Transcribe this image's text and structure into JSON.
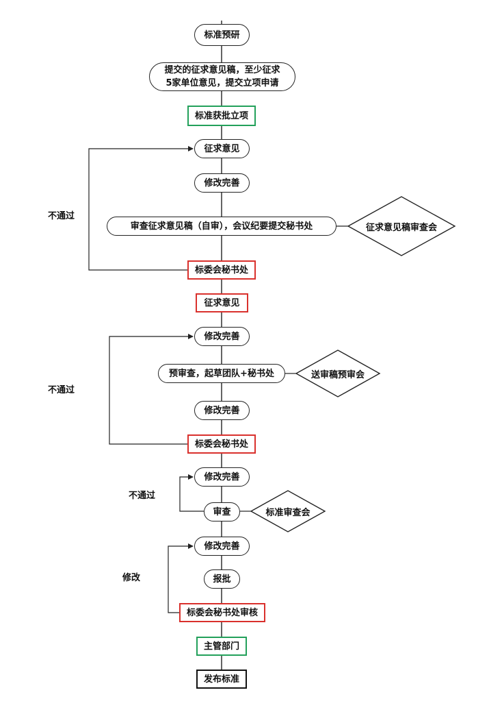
{
  "diagram": {
    "steps": {
      "pre_research": "标准预研",
      "submit_draft_line1": "提交的征求意见稿，至少征求",
      "submit_draft_line2": "5家单位意见，提交立项申请",
      "approved": "标准获批立项",
      "solicit_1": "征求意见",
      "revise_1": "修改完善",
      "review_draft": "审查征求意见稿（自审），会议纪要提交秘书处",
      "secretariat_1": "标委会秘书处",
      "solicit_2": "征求意见",
      "revise_2": "修改完善",
      "pre_review": "预审查，起草团队+秘书处",
      "revise_3": "修改完善",
      "secretariat_2": "标委会秘书处",
      "revise_4": "修改完善",
      "review": "审查",
      "revise_5": "修改完善",
      "report": "报批",
      "secretariat_audit": "标委会秘书处审核",
      "competent_dept": "主管部门",
      "publish": "发布标准"
    },
    "decisions": {
      "opinion_review_meeting": "征求意见稿审查会",
      "pre_review_meeting": "送审稿预审会",
      "standard_review_meeting": "标准审查会"
    },
    "loop_labels": {
      "fail_1": "不通过",
      "fail_2": "不通过",
      "fail_3": "不通过",
      "modify": "修改"
    },
    "colors": {
      "green_box": "#22a05a",
      "red_box": "#d9302c",
      "line": "#222222"
    }
  }
}
